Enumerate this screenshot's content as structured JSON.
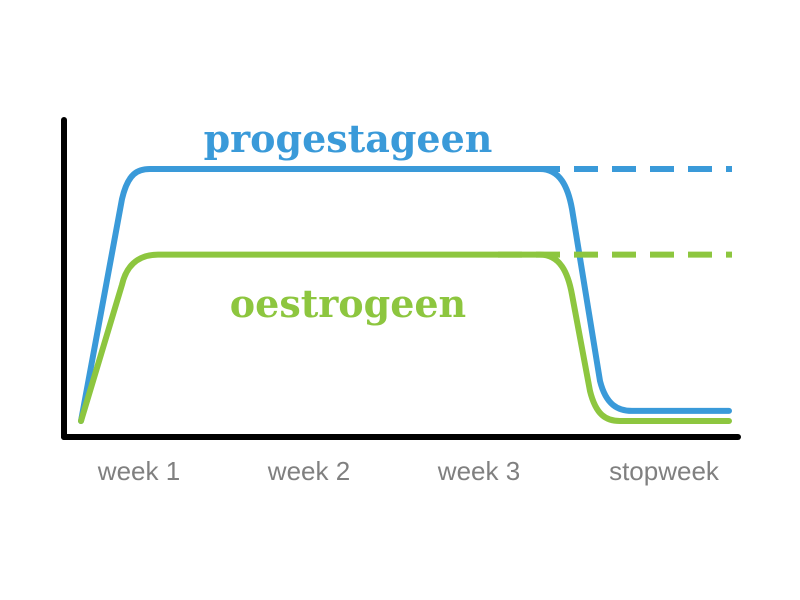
{
  "chart_data": {
    "type": "line",
    "title": "",
    "xlabel": "",
    "ylabel": "",
    "categories": [
      "week 1",
      "week 2",
      "week 3",
      "stopweek"
    ],
    "grid": false,
    "legend": "none",
    "series": [
      {
        "name": "progestageen",
        "color": "#3a9ad9",
        "level_high": 1.0,
        "level_low": 0.04,
        "continuation": "dashed"
      },
      {
        "name": "oestrogeen",
        "color": "#8dc63f",
        "level_high": 0.66,
        "level_low": 0.0,
        "continuation": "dashed"
      }
    ]
  }
}
